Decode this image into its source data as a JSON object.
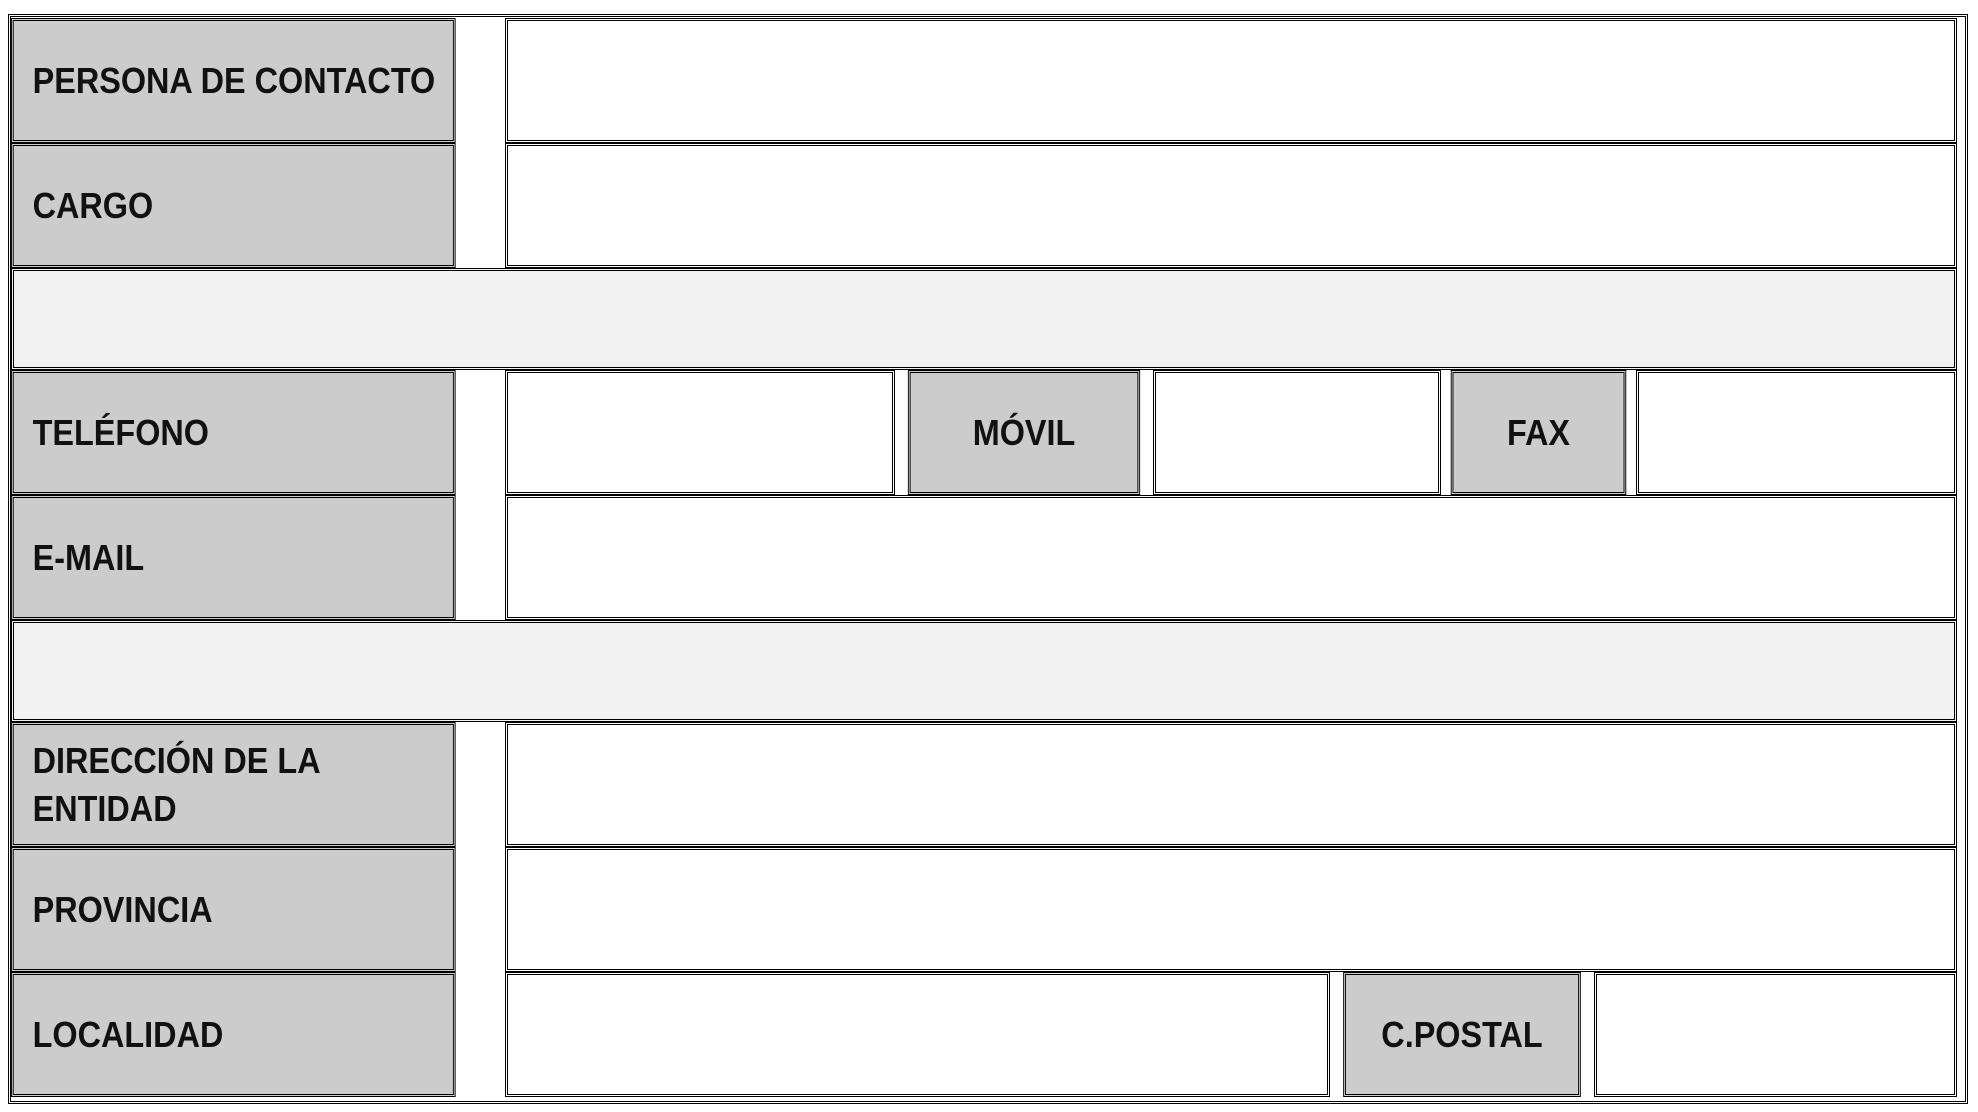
{
  "form": {
    "contact_person_label": "PERSONA DE CONTACTO",
    "position_label": "CARGO",
    "phone_label": "TELÉFONO",
    "mobile_label": "MÓVIL",
    "fax_label": "FAX",
    "email_label": "E-MAIL",
    "address_label_line1": "DIRECCIÓN DE LA",
    "address_label_line2": "ENTIDAD",
    "province_label": "PROVINCIA",
    "locality_label": "LOCALIDAD",
    "postal_code_label": "C.POSTAL"
  },
  "values": {
    "contact_person": "",
    "position": "",
    "phone": "",
    "mobile": "",
    "fax": "",
    "email": "",
    "address": "",
    "province": "",
    "locality": "",
    "postal_code": ""
  },
  "colors": {
    "label_background": "#cccccc",
    "spacer_background": "#f2f2f2",
    "border": "#000000"
  }
}
